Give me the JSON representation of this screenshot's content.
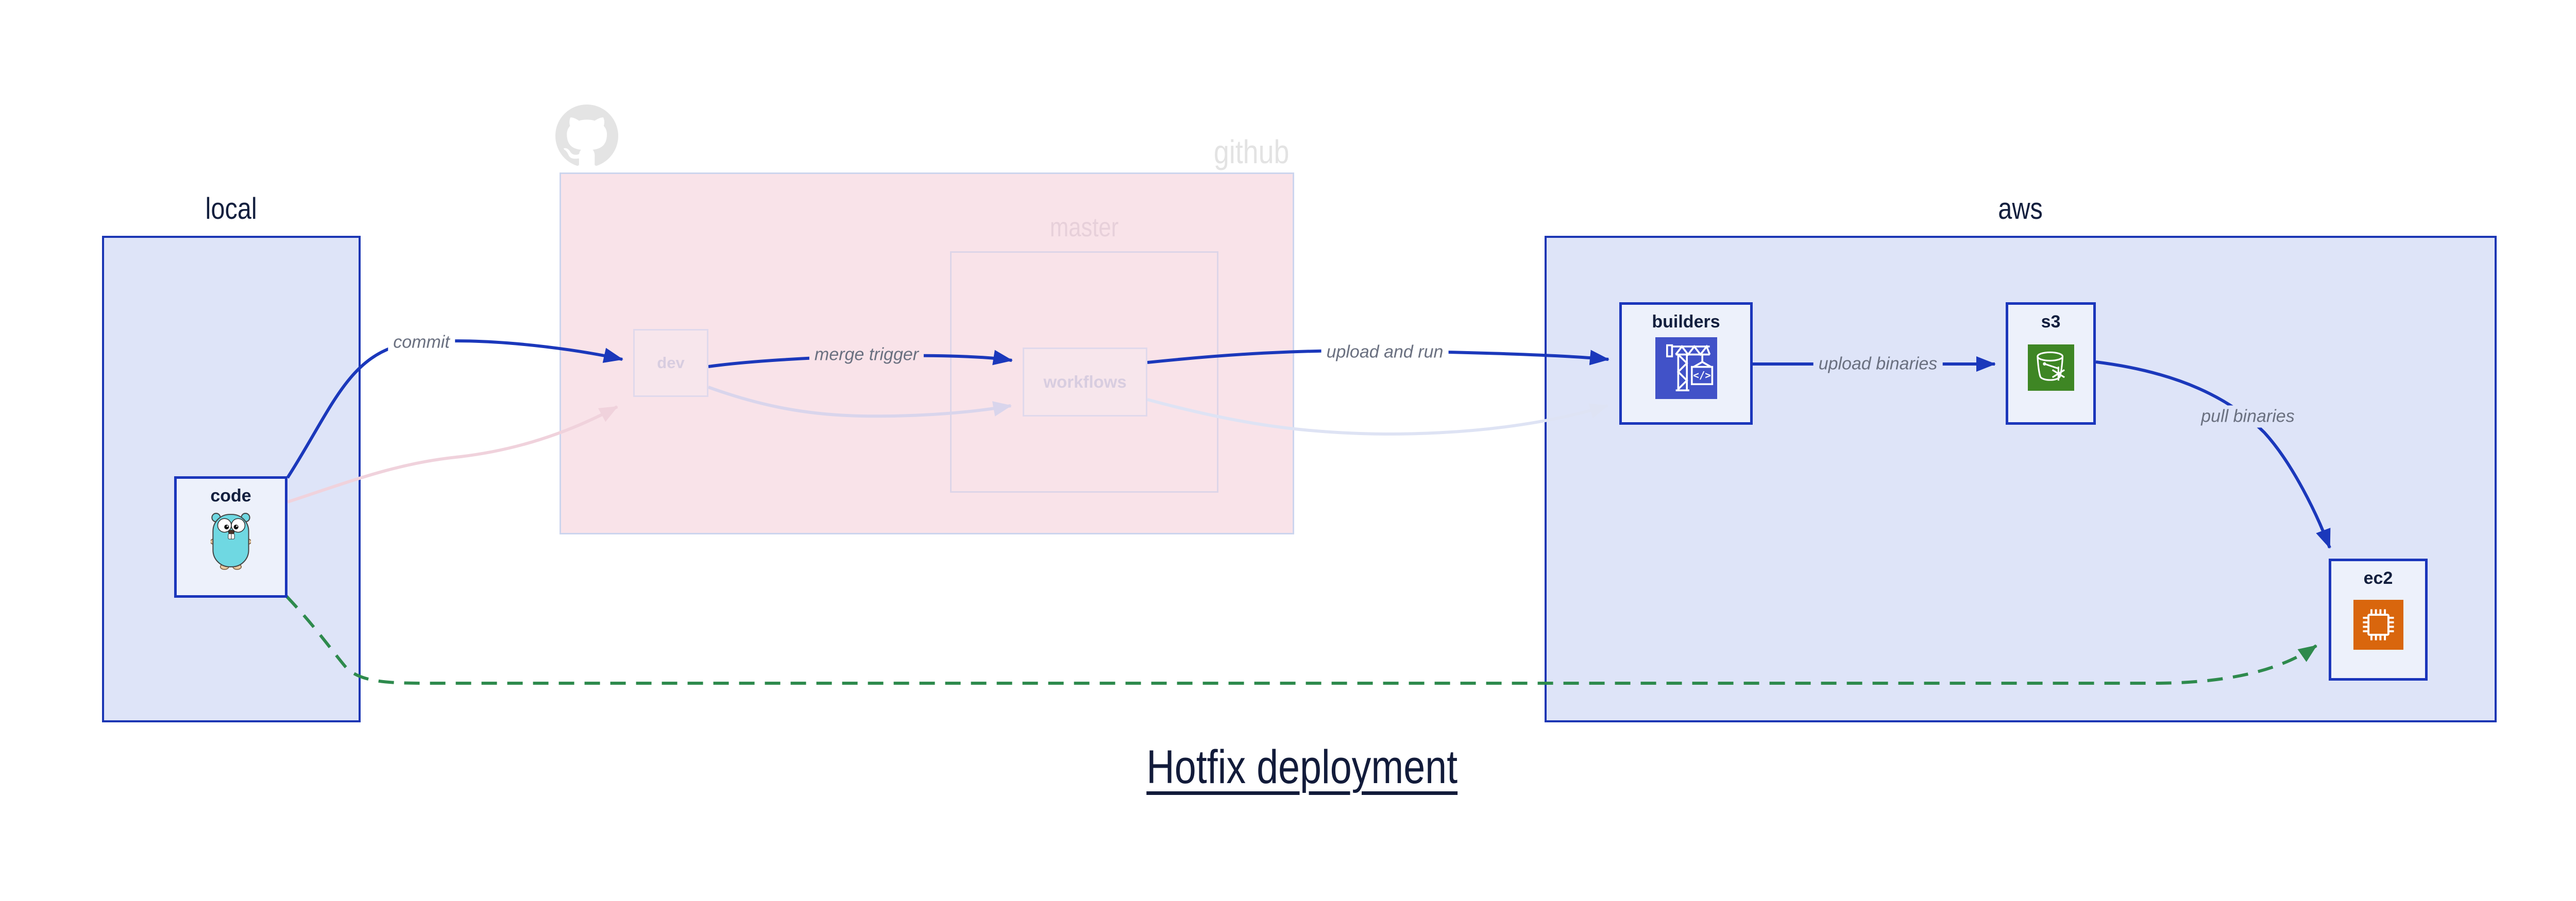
{
  "title": {
    "text": "Hotfix deployment"
  },
  "groups": {
    "local": {
      "label": "local"
    },
    "github": {
      "label": "github",
      "master_label": "master",
      "logo": "octocat-icon"
    },
    "aws": {
      "label": "aws"
    }
  },
  "nodes": {
    "code": {
      "label": "code",
      "icon": "gopher-icon"
    },
    "dev": {
      "label": "dev"
    },
    "workflows": {
      "label": "workflows"
    },
    "builders": {
      "label": "builders",
      "icon": "codebuild-crane-icon",
      "icon_code_glyph": "</>"
    },
    "s3": {
      "label": "s3",
      "icon": "s3-bucket-snowflake-icon"
    },
    "ec2": {
      "label": "ec2",
      "icon": "ec2-chip-icon"
    }
  },
  "edges": {
    "commit": {
      "label": "commit",
      "from": "code",
      "to": "dev",
      "style": "solid-blue"
    },
    "merge_trigger": {
      "label": "merge trigger",
      "from": "dev",
      "to": "workflows",
      "style": "solid-blue"
    },
    "upload_and_run": {
      "label": "upload and run",
      "from": "workflows",
      "to": "builders",
      "style": "solid-blue"
    },
    "upload_binaries": {
      "label": "upload binaries",
      "from": "builders",
      "to": "s3",
      "style": "solid-blue"
    },
    "pull_binaries": {
      "label": "pull binaries",
      "from": "s3",
      "to": "ec2",
      "style": "solid-blue"
    },
    "ghost_code_dev": {
      "label": "",
      "from": "code",
      "to": "dev",
      "style": "faded-pink"
    },
    "ghost_dev_workflows": {
      "label": "",
      "from": "dev",
      "to": "workflows",
      "style": "faded-lavender"
    },
    "ghost_workflows_builders": {
      "label": "",
      "from": "workflows",
      "to": "builders",
      "style": "faded-lavender"
    },
    "hotfix_direct": {
      "label": "",
      "from": "code",
      "to": "ec2",
      "style": "dashed-green"
    }
  },
  "colors": {
    "strong_blue_border": "#1b36b4",
    "arrow_blue": "#1b38bb",
    "group_fill_blue": "#dee4f8",
    "node_fill": "#edf1fb",
    "github_fill": "#f9e3e9",
    "ghost_pink": "#f0d2dc",
    "ghost_lavender": "#d9d5ec",
    "dashed_green": "#2e8a4d",
    "codebuild_indigo": "#4152c8",
    "s3_green": "#3e8624",
    "ec2_orange": "#d9660d",
    "navy_text": "#131f3e",
    "faded_text": "#d8cde0",
    "edge_label_gray": "#6a7080",
    "watermark_gray": "#e3e3e3"
  }
}
